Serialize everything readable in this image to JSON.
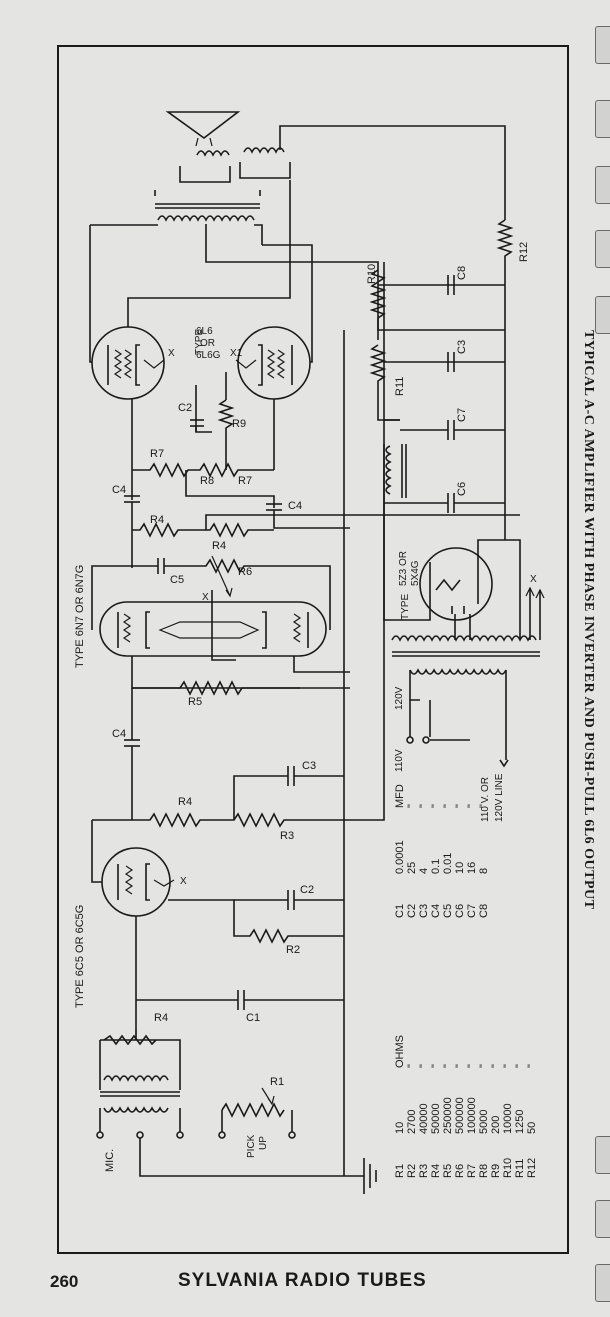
{
  "page": {
    "number": "260",
    "footer": "SYLVANIA RADIO TUBES",
    "title": "TYPICAL A-C AMPLIFIER WITH PHASE INVERTER AND PUSH-PULL 6L6 OUTPUT"
  },
  "tubes": {
    "input": "TYPE 6C5 OR 6C5G",
    "inverter": "TYPE 6N7 OR 6N7G",
    "output_type": "TYPE",
    "output_a": "6L6",
    "output_or": "OR",
    "output_b": "6L6G",
    "rect_type": "TYPE",
    "rect_a": "5Z3 OR",
    "rect_b": "5X4G"
  },
  "inputs": {
    "mic": "MIC.",
    "pickup_a": "PICK",
    "pickup_b": "UP"
  },
  "power": {
    "tap_120": "120V",
    "tap_110": "110V",
    "line_a": "110 V. OR",
    "line_b": "120V LINE"
  },
  "marks": {
    "x": "X",
    "x1": "X1"
  },
  "components": {
    "R1": "R1",
    "R2": "R2",
    "R3": "R3",
    "R4": "R4",
    "R5": "R5",
    "R6": "R6",
    "R7": "R7",
    "R8": "R8",
    "R9": "R9",
    "R10": "R10",
    "R11": "R11",
    "R12": "R12",
    "C1": "C1",
    "C2": "C2",
    "C3": "C3",
    "C4": "C4",
    "C5": "C5",
    "C6": "C6",
    "C7": "C7",
    "C8": "C8"
  },
  "resistor_table": {
    "unit": "OHMS",
    "rows": [
      {
        "name": "R1",
        "value": "10",
        "unit": "OHMS"
      },
      {
        "name": "R2",
        "value": "2700",
        "unit": "\""
      },
      {
        "name": "R3",
        "value": "40000",
        "unit": "\""
      },
      {
        "name": "R4",
        "value": "50000",
        "unit": "\""
      },
      {
        "name": "R5",
        "value": "250000",
        "unit": "\""
      },
      {
        "name": "R6",
        "value": "500000",
        "unit": "\""
      },
      {
        "name": "R7",
        "value": "100000",
        "unit": "\""
      },
      {
        "name": "R8",
        "value": "5000",
        "unit": "\""
      },
      {
        "name": "R9",
        "value": "200",
        "unit": "\""
      },
      {
        "name": "R10",
        "value": "10000",
        "unit": "\""
      },
      {
        "name": "R11",
        "value": "1250",
        "unit": "\""
      },
      {
        "name": "R12",
        "value": "50",
        "unit": "\""
      }
    ]
  },
  "capacitor_table": {
    "unit": "MFD",
    "rows": [
      {
        "name": "C1",
        "value": "0.0001",
        "unit": "MFD"
      },
      {
        "name": "C2",
        "value": "25",
        "unit": "\""
      },
      {
        "name": "C3",
        "value": "4",
        "unit": "\""
      },
      {
        "name": "C4",
        "value": "0.1",
        "unit": "\""
      },
      {
        "name": "C5",
        "value": "0.01",
        "unit": "\""
      },
      {
        "name": "C6",
        "value": "10",
        "unit": "\""
      },
      {
        "name": "C7",
        "value": "16",
        "unit": "\""
      },
      {
        "name": "C8",
        "value": "8",
        "unit": "\""
      }
    ]
  }
}
